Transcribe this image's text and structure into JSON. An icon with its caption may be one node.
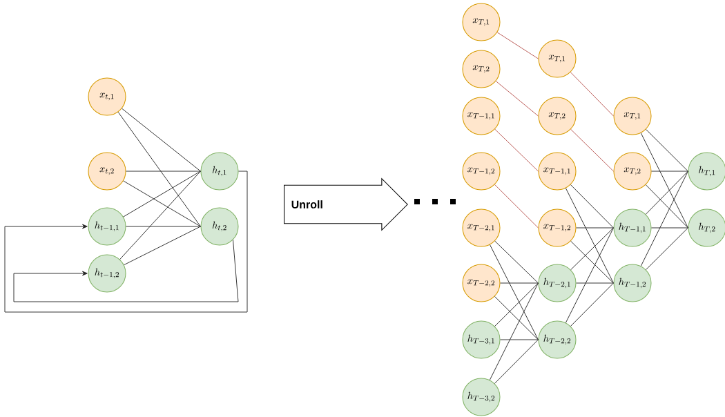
{
  "diagram": {
    "nodes": [
      {
        "text": [
          "x_{t,1}"
        ]
      },
      {
        "text": [
          "x_{t,2}"
        ]
      },
      {
        "text": [
          "h_{t-1,1}"
        ]
      },
      {
        "text": [
          "h_{t-1,2}"
        ]
      },
      {
        "text": [
          "h_{t,1}"
        ]
      },
      {
        "text": [
          "h_{t,2}"
        ]
      },
      {
        "text": [
          "Unroll"
        ]
      },
      {
        "text": [
          "x_{T,1}"
        ]
      },
      {
        "text": [
          "x_{T,2}"
        ]
      },
      {
        "text": [
          "x_{T-1,1}"
        ]
      },
      {
        "text": [
          "x_{T-1,2}"
        ]
      },
      {
        "text": [
          "x_{T-2,1}"
        ]
      },
      {
        "text": [
          "x_{T-2,2}"
        ]
      },
      {
        "text": [
          "h_{T-3,1}"
        ]
      },
      {
        "text": [
          "h_{T-3,2}"
        ]
      },
      {
        "text": [
          "x_{T,1}"
        ]
      },
      {
        "text": [
          "x_{T,2}"
        ]
      },
      {
        "text": [
          "x_{T-1,1}"
        ]
      },
      {
        "text": [
          "x_{T-1,2}"
        ]
      },
      {
        "text": [
          "h_{T-2,1}"
        ]
      },
      {
        "text": [
          "h_{T-2,2}"
        ]
      },
      {
        "text": [
          "x_{T,1}"
        ]
      },
      {
        "text": [
          "x_{T,2}"
        ]
      },
      {
        "text": [
          "h_{T-1,1}"
        ]
      },
      {
        "text": [
          "h_{T-1,2}"
        ]
      },
      {
        "text": [
          "h_{T,1}"
        ]
      },
      {
        "text": [
          "h_{T,2}"
        ]
      }
    ],
    "edges": [
      {
        "from": 0,
        "to": 4,
        "arrow": "none"
      },
      {
        "from": 0,
        "to": 5,
        "arrow": "none"
      },
      {
        "from": 1,
        "to": 4,
        "arrow": "none"
      },
      {
        "from": 1,
        "to": 5,
        "arrow": "none"
      },
      {
        "from": 2,
        "to": 4,
        "arrow": "none"
      },
      {
        "from": 2,
        "to": 5,
        "arrow": "none"
      },
      {
        "from": 3,
        "to": 4,
        "arrow": "none"
      },
      {
        "from": 3,
        "to": 5,
        "arrow": "none"
      },
      {
        "from": 4,
        "to": 2,
        "arrow": "to"
      },
      {
        "from": 5,
        "to": 3,
        "arrow": "to"
      },
      {
        "from": 7,
        "to": 15,
        "arrow": "none",
        "color": "#b85450"
      },
      {
        "from": 8,
        "to": 16,
        "arrow": "none",
        "color": "#b85450"
      },
      {
        "from": 9,
        "to": 17,
        "arrow": "none",
        "color": "#b85450"
      },
      {
        "from": 10,
        "to": 18,
        "arrow": "none",
        "color": "#b85450"
      },
      {
        "from": 15,
        "to": 21,
        "arrow": "none",
        "color": "#b85450"
      },
      {
        "from": 16,
        "to": 22,
        "arrow": "none",
        "color": "#b85450"
      },
      {
        "from": 11,
        "to": 19,
        "arrow": "none"
      },
      {
        "from": 11,
        "to": 20,
        "arrow": "none"
      },
      {
        "from": 12,
        "to": 19,
        "arrow": "none"
      },
      {
        "from": 12,
        "to": 20,
        "arrow": "none"
      },
      {
        "from": 13,
        "to": 19,
        "arrow": "none"
      },
      {
        "from": 13,
        "to": 20,
        "arrow": "none"
      },
      {
        "from": 14,
        "to": 19,
        "arrow": "none"
      },
      {
        "from": 14,
        "to": 20,
        "arrow": "none"
      },
      {
        "from": 17,
        "to": 23,
        "arrow": "none"
      },
      {
        "from": 17,
        "to": 24,
        "arrow": "none"
      },
      {
        "from": 18,
        "to": 23,
        "arrow": "none"
      },
      {
        "from": 18,
        "to": 24,
        "arrow": "none"
      },
      {
        "from": 19,
        "to": 23,
        "arrow": "none"
      },
      {
        "from": 19,
        "to": 24,
        "arrow": "none"
      },
      {
        "from": 20,
        "to": 23,
        "arrow": "none"
      },
      {
        "from": 20,
        "to": 24,
        "arrow": "none"
      },
      {
        "from": 21,
        "to": 25,
        "arrow": "none"
      },
      {
        "from": 21,
        "to": 26,
        "arrow": "none"
      },
      {
        "from": 22,
        "to": 25,
        "arrow": "none"
      },
      {
        "from": 22,
        "to": 26,
        "arrow": "none"
      },
      {
        "from": 23,
        "to": 25,
        "arrow": "none"
      },
      {
        "from": 23,
        "to": 26,
        "arrow": "none"
      },
      {
        "from": 24,
        "to": 25,
        "arrow": "none"
      },
      {
        "from": 24,
        "to": 26,
        "arrow": "none"
      }
    ]
  }
}
